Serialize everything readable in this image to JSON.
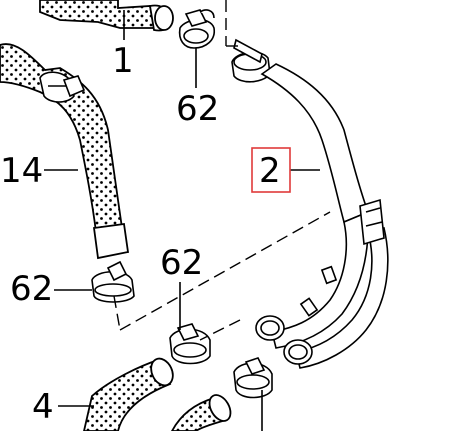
{
  "callouts": {
    "label_1": "1",
    "label_2": "2",
    "label_4": "4",
    "label_14": "14",
    "label_62_top": "62",
    "label_62_left": "62",
    "label_62_mid": "62"
  },
  "highlight_color": "#e03a3a"
}
